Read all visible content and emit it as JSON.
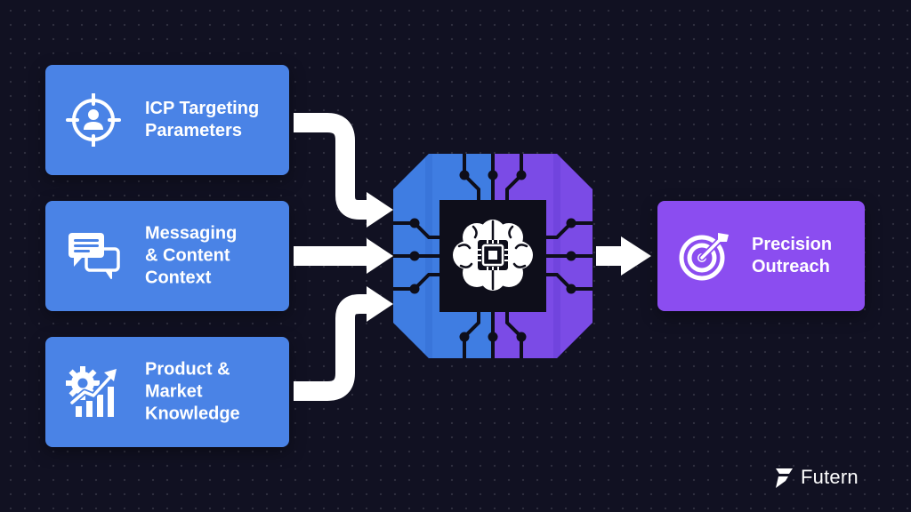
{
  "inputs": [
    {
      "id": "icp",
      "label": "ICP Targeting\nParameters",
      "icon": "target-user-icon"
    },
    {
      "id": "messaging",
      "label": "Messaging\n& Content\nContext",
      "icon": "chat-bubbles-icon"
    },
    {
      "id": "product",
      "label": "Product &\nMarket\nKnowledge",
      "icon": "gear-chart-icon"
    }
  ],
  "processor": {
    "icon": "brain-chip-icon"
  },
  "output": {
    "label": "Precision\nOutreach",
    "icon": "bullseye-arrow-icon"
  },
  "brand": {
    "name": "Futern",
    "icon": "futern-logo-icon"
  },
  "colors": {
    "background": "#111122",
    "input_card": "#4a83e6",
    "output_card": "#8b4df0",
    "processor_blue": "#3f7de2",
    "processor_purple": "#7b4be6",
    "processor_core": "#0e0e1a",
    "arrow": "#ffffff"
  }
}
